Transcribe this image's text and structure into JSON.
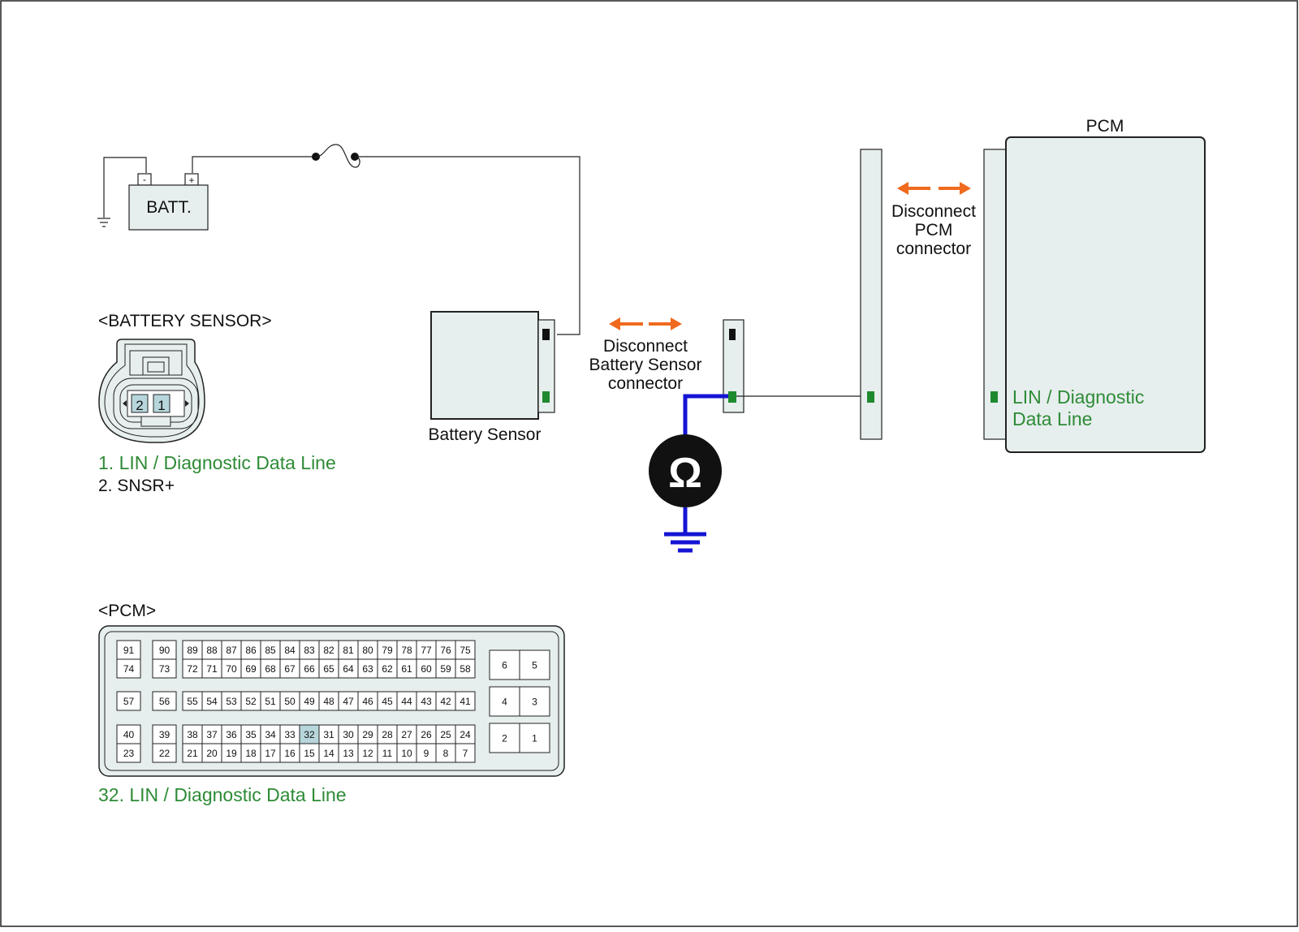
{
  "colors": {
    "box_fill": "#e7eeee",
    "outline": "#222222",
    "wire": "#222222",
    "measure_wire": "#1414d4",
    "arrow": "#f06a1e",
    "pin_green": "#1e8a2e",
    "label_green": "#2e8b36",
    "highlight_pin": "#b7d6dc"
  },
  "icons": {
    "ohm_meter": "ohmmeter-icon",
    "ground": "ground-icon",
    "fuse": "fuse-icon"
  },
  "battery": {
    "label": "BATT.",
    "neg": "-",
    "pos": "+"
  },
  "battery_sensor": {
    "label": "Battery Sensor"
  },
  "disconnect_sensor": {
    "line1": "Disconnect",
    "line2": "Battery Sensor",
    "line3": "connector"
  },
  "disconnect_pcm": {
    "line1": "Disconnect",
    "line2": "PCM",
    "line3": "connector"
  },
  "pcm": {
    "title": "PCM",
    "pin_label_line1": "LIN / Diagnostic",
    "pin_label_line2": "Data Line"
  },
  "sensor_connector": {
    "title": "<BATTERY SENSOR>",
    "pins": [
      "2",
      "1"
    ],
    "legend": [
      {
        "text": "1. LIN / Diagnostic Data Line",
        "highlight": true
      },
      {
        "text": "2. SNSR+",
        "highlight": false
      }
    ]
  },
  "pcm_connector": {
    "title": "<PCM>",
    "left_cols": [
      [
        "91",
        "74"
      ],
      [
        "90",
        "73"
      ]
    ],
    "mid_left": [
      [
        "57"
      ],
      [
        "56"
      ]
    ],
    "bottom_left": [
      [
        "40",
        "23"
      ],
      [
        "39",
        "22"
      ]
    ],
    "top_row": [
      "89",
      "88",
      "87",
      "86",
      "85",
      "84",
      "83",
      "82",
      "81",
      "80",
      "79",
      "78",
      "77",
      "76",
      "75"
    ],
    "second_row": [
      "72",
      "71",
      "70",
      "69",
      "68",
      "67",
      "66",
      "65",
      "64",
      "63",
      "62",
      "61",
      "60",
      "59",
      "58"
    ],
    "middle_row": [
      "55",
      "54",
      "53",
      "52",
      "51",
      "50",
      "49",
      "48",
      "47",
      "46",
      "45",
      "44",
      "43",
      "42",
      "41"
    ],
    "fourth_row": [
      "38",
      "37",
      "36",
      "35",
      "34",
      "33",
      "32",
      "31",
      "30",
      "29",
      "28",
      "27",
      "26",
      "25",
      "24"
    ],
    "bottom_row": [
      "21",
      "20",
      "19",
      "18",
      "17",
      "16",
      "15",
      "14",
      "13",
      "12",
      "11",
      "10",
      "9",
      "8",
      "7"
    ],
    "right_block": [
      [
        "6",
        "5"
      ],
      [
        "4",
        "3"
      ],
      [
        "2",
        "1"
      ]
    ],
    "highlight_pin": "32",
    "legend": "32. LIN / Diagnostic Data Line"
  }
}
